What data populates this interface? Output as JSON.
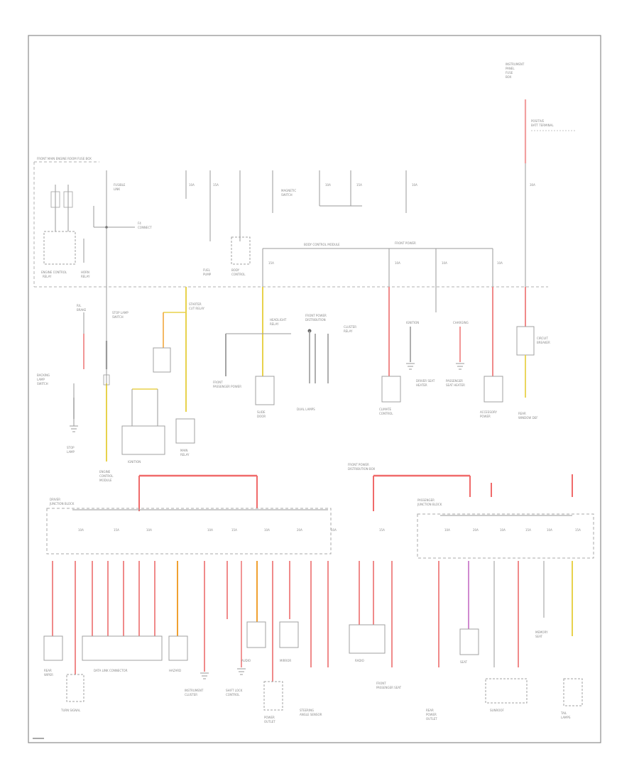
{
  "title": "",
  "page_marker": "",
  "colors": {
    "wire_red": "#f06a6a",
    "wire_red_light": "#f5b6b6",
    "wire_yellow": "#e8d24c",
    "wire_orange": "#f0a030",
    "wire_pink_violet": "#d08ad0",
    "frame_line": "#8c8c8c",
    "box_line": "#9a9a9a",
    "dashed_line": "#b5b5b5"
  },
  "icons": [
    "fuse-symbol",
    "relay-switch-symbol",
    "ground-symbol",
    "connector-box",
    "splice-dot"
  ],
  "note": ""
}
